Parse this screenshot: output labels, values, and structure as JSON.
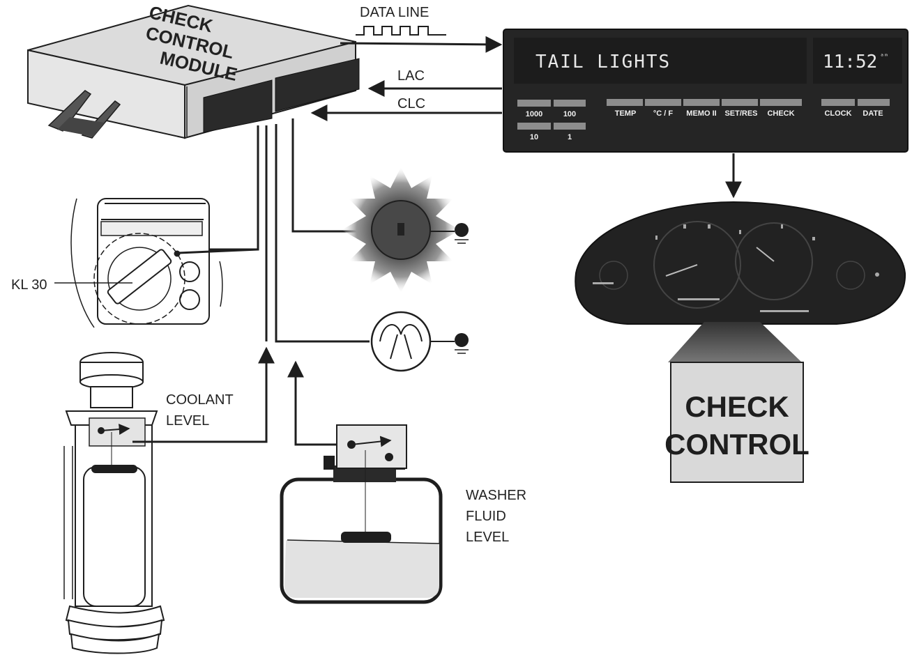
{
  "diagram": {
    "module": {
      "label_lines": [
        "CHECK",
        "CONTROL",
        "MODULE"
      ]
    },
    "signals": {
      "data_line": "DATA LINE",
      "lac": "LAC",
      "clc": "CLC"
    },
    "display": {
      "message": "TAIL LIGHTS",
      "clock": "11:52",
      "buttons_left_top": [
        "1000",
        "100"
      ],
      "buttons_left_bottom": [
        "10",
        "1"
      ],
      "buttons_center": [
        "TEMP",
        "°C / F",
        "MEMO II",
        "SET/RES",
        "CHECK"
      ],
      "buttons_right": [
        "CLOCK",
        "DATE"
      ]
    },
    "inputs": {
      "ignition": "KL 30",
      "coolant": [
        "COOLANT",
        "LEVEL"
      ],
      "washer": [
        "WASHER",
        "FLUID",
        "LEVEL"
      ]
    },
    "indicator": {
      "label_lines": [
        "CHECK",
        "CONTROL"
      ]
    },
    "colors": {
      "ink": "#1e1e1e",
      "panel": "#242424",
      "light_gray": "#d9d9d9",
      "mid_gray": "#8a8a8a"
    }
  }
}
